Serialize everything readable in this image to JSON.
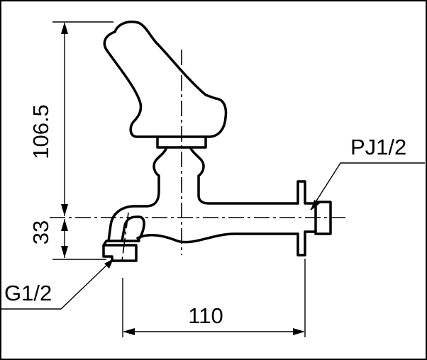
{
  "dimensions": {
    "height_total": "106.5",
    "height_spout": "33",
    "length": "110"
  },
  "callouts": {
    "inlet_thread": "G1/2",
    "hose_connector": "PJ1/2"
  }
}
